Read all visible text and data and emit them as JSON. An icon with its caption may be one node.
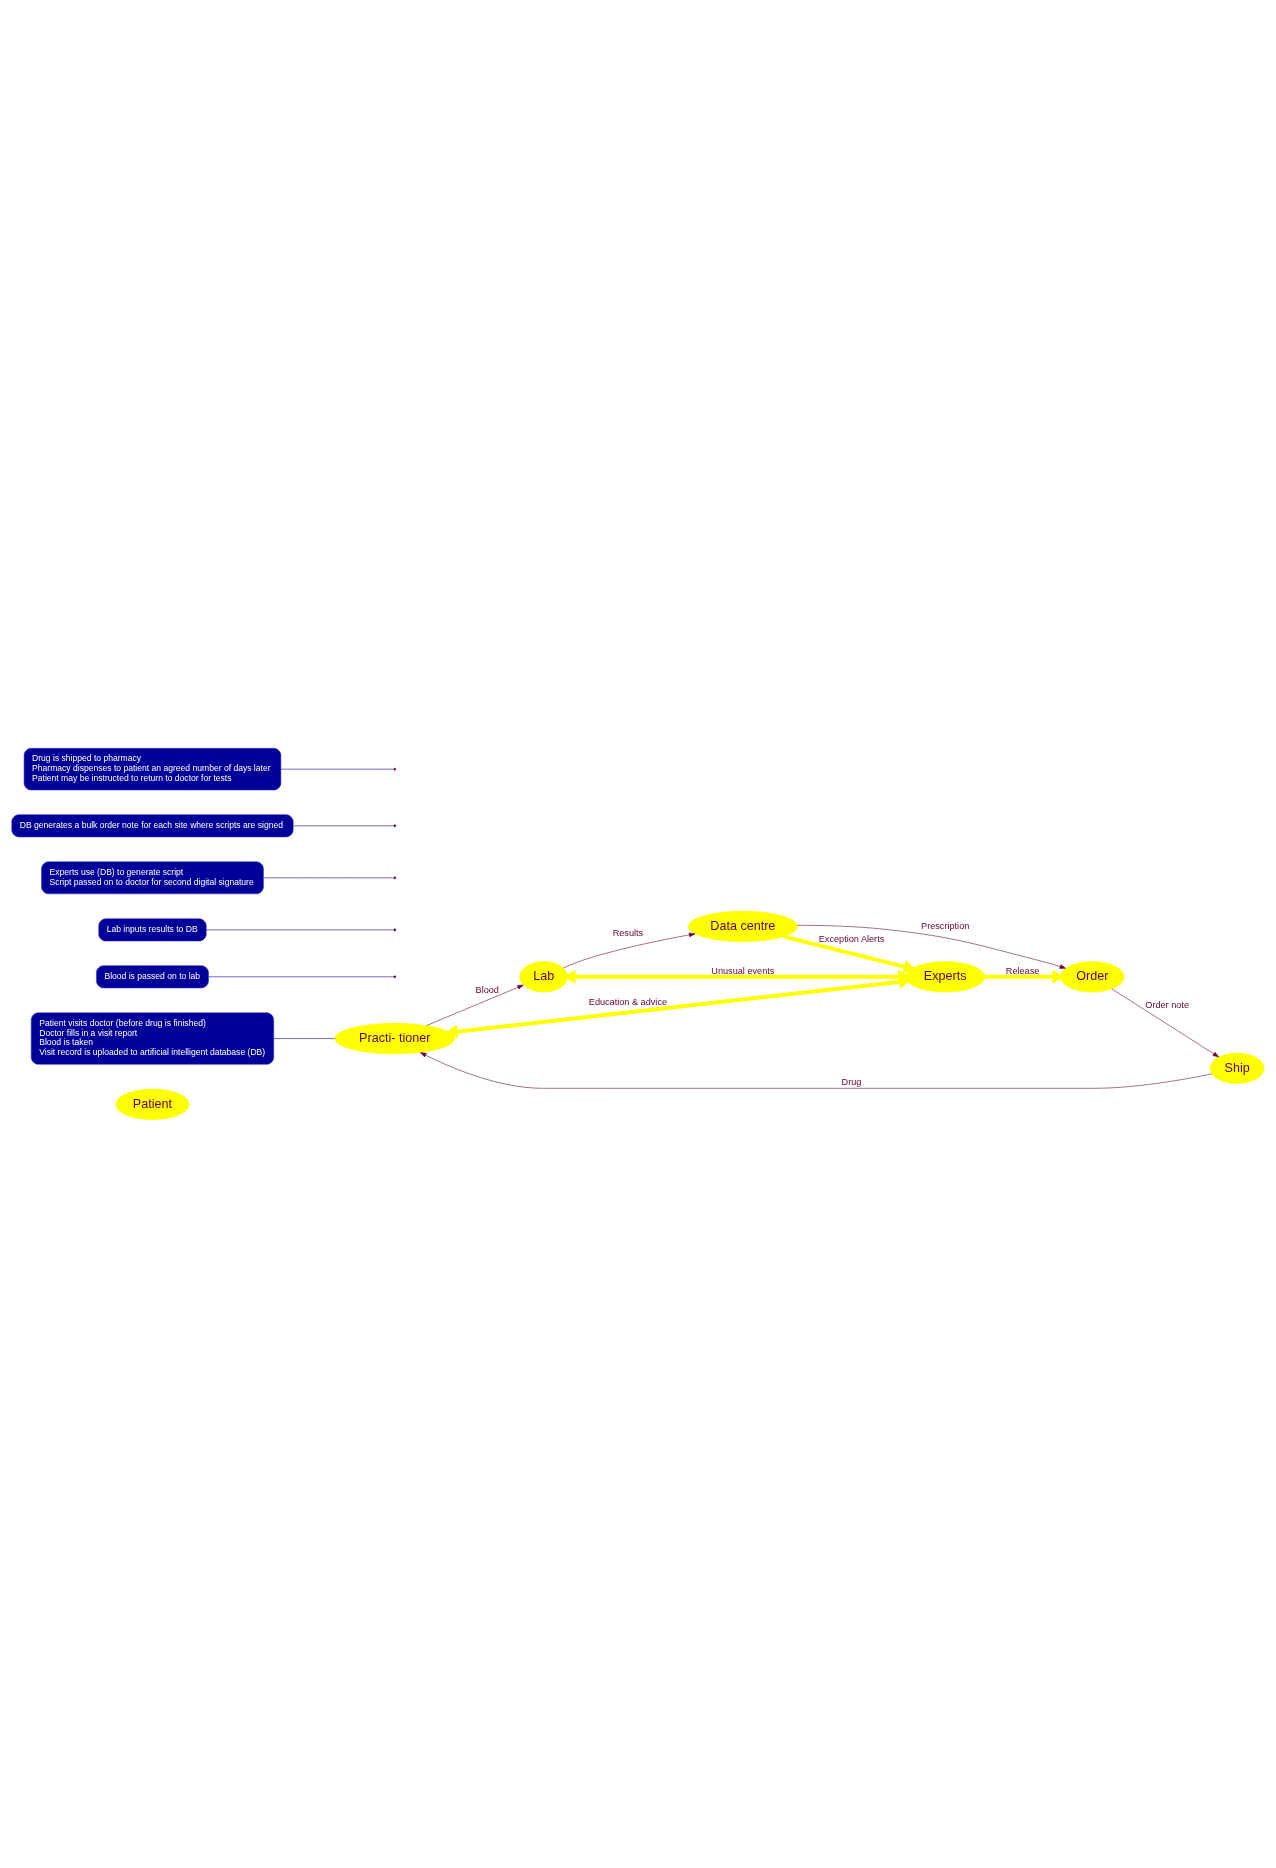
{
  "diagram": {
    "nodes": [
      {
        "text": [
          "Patient"
        ]
      },
      {
        "text": [
          "Practi- tioner"
        ]
      },
      {
        "text": [
          "Lab"
        ]
      },
      {
        "text": [
          "Data centre"
        ]
      },
      {
        "text": [
          "Order"
        ]
      },
      {
        "text": [
          "Ship"
        ]
      },
      {
        "text": [
          "Experts"
        ]
      },
      {
        "text": [
          "Patient visits doctor (before drug is finished)",
          "Doctor fills in a visit report",
          "Blood is taken",
          "Visit record is uploaded to artificial intelligent database (DB)"
        ]
      },
      {
        "text": [
          "Blood is passed on to lab"
        ]
      },
      {
        "text": [
          "Lab inputs results to DB"
        ]
      },
      {
        "text": [
          "Experts use (DB) to generate script",
          "Script passed on to doctor for second digital signature"
        ]
      },
      {
        "text": [
          "DB generates a bulk order note for each site where scripts are signed"
        ]
      },
      {
        "text": [
          "Drug is shipped to pharmacy",
          "Pharmacy dispenses to patient an agreed number of days later",
          "Patient may be instructed to return to doctor for tests"
        ]
      }
    ],
    "edges": [
      {
        "from": 1,
        "to": 2,
        "arrow": "to",
        "label": "Blood",
        "color": "#660033"
      },
      {
        "from": 2,
        "to": 3,
        "arrow": "to",
        "label": "Results",
        "color": "#660033"
      },
      {
        "from": 3,
        "to": 4,
        "arrow": "to",
        "label": "Prescription",
        "color": "#660033"
      },
      {
        "from": 4,
        "to": 5,
        "arrow": "to",
        "label": "Order note",
        "color": "#660033"
      },
      {
        "from": 5,
        "to": 1,
        "arrow": "to",
        "label": "Drug",
        "color": "#660033"
      },
      {
        "from": 1,
        "to": 6,
        "arrow": "both",
        "label": "Education & advice",
        "style": "thick",
        "color": "#ffff00"
      },
      {
        "from": 2,
        "to": 6,
        "arrow": "both",
        "label": "Unusual events",
        "style": "thick",
        "color": "#ffff00"
      },
      {
        "from": 3,
        "to": 6,
        "arrow": "to",
        "label": "Exception Alerts",
        "style": "thick",
        "color": "#ffff00"
      },
      {
        "from": 6,
        "to": 4,
        "arrow": "to",
        "label": "Release",
        "style": "thick",
        "color": "#ffff00"
      },
      {
        "from": 7,
        "to": 1,
        "arrow": "none"
      },
      {
        "from": 8,
        "to": null,
        "arrow": "none"
      },
      {
        "from": 9,
        "to": null,
        "arrow": "none"
      },
      {
        "from": 10,
        "to": null,
        "arrow": "none"
      },
      {
        "from": 11,
        "to": null,
        "arrow": "none"
      },
      {
        "from": 12,
        "to": null,
        "arrow": "none"
      }
    ]
  }
}
